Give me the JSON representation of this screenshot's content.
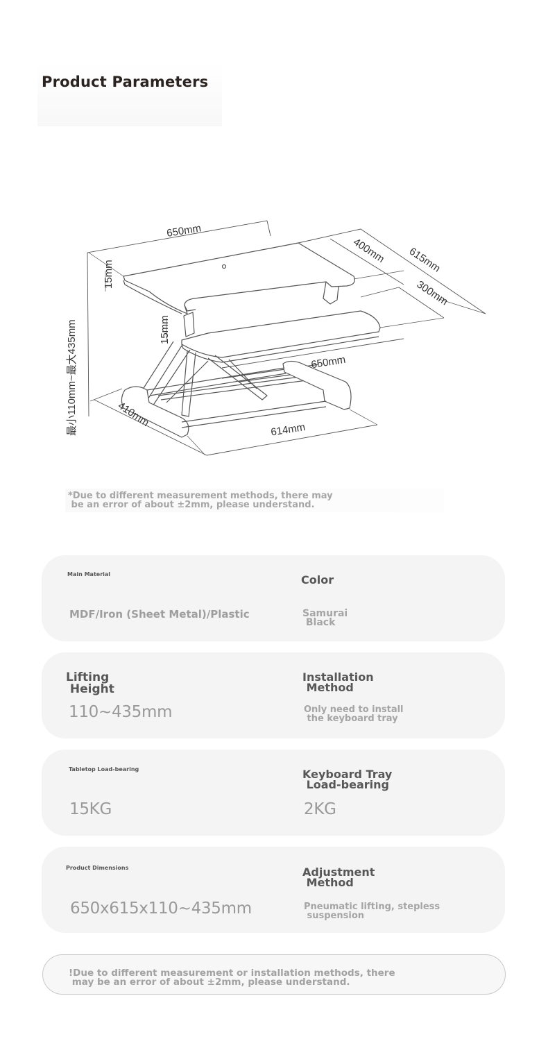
{
  "header": {
    "title": "Product Parameters"
  },
  "diagram": {
    "dimensions": {
      "width_top": "650mm",
      "depth_top": "400mm",
      "depth_total": "615mm",
      "depth_tray": "300mm",
      "thickness_top": "15mm",
      "thickness_tray": "15mm",
      "height_range": "最小110mm~最大435mm",
      "width_tray": "650mm",
      "base_depth": "410mm",
      "base_width": "614mm"
    },
    "note_lines": [
      "*Due to different measurement methods, there may",
      " be an error of about ±2mm, please understand."
    ]
  },
  "params": [
    {
      "left_label": "Main Material",
      "left_value": "MDF/Iron (Sheet Metal)/Plastic",
      "right_label": "Color",
      "right_value_lines": [
        "Samurai",
        " Black"
      ]
    },
    {
      "left_label_lines": [
        "Lifting",
        " Height"
      ],
      "left_value": "110~435mm",
      "right_label_lines": [
        "Installation",
        " Method"
      ],
      "right_value_lines": [
        "Only need to install",
        " the keyboard tray"
      ]
    },
    {
      "left_label": "Tabletop Load-bearing",
      "left_value": "15KG",
      "right_label_lines": [
        "Keyboard Tray",
        " Load-bearing"
      ],
      "right_value": "2KG"
    },
    {
      "left_label": "Product Dimensions",
      "left_value": "650x615x110~435mm",
      "right_label_lines": [
        "Adjustment",
        " Method"
      ],
      "right_value_lines": [
        "Pneumatic lifting, stepless",
        " suspension"
      ]
    }
  ],
  "footer_note_lines": [
    "!Due to different measurement or installation methods, there",
    " may be an error of about ±2mm, please understand."
  ]
}
